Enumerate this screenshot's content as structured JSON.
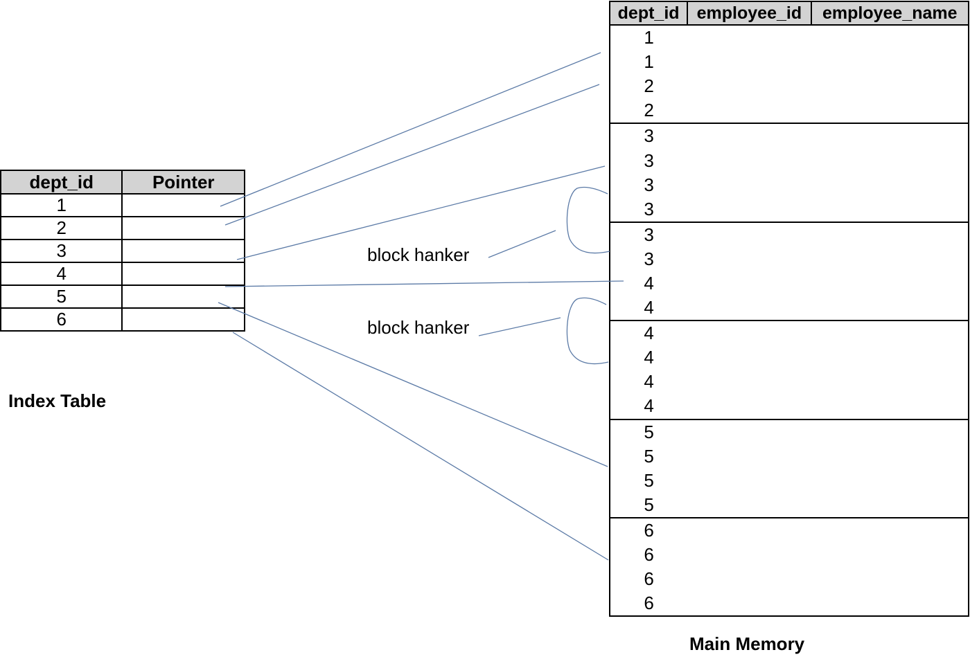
{
  "index_table": {
    "caption": "Index Table",
    "headers": [
      "dept_id",
      "Pointer"
    ],
    "rows": [
      {
        "dept_id": "1",
        "pointer": ""
      },
      {
        "dept_id": "2",
        "pointer": ""
      },
      {
        "dept_id": "3",
        "pointer": ""
      },
      {
        "dept_id": "4",
        "pointer": ""
      },
      {
        "dept_id": "5",
        "pointer": ""
      },
      {
        "dept_id": "6",
        "pointer": ""
      }
    ]
  },
  "main_memory": {
    "caption": "Main Memory",
    "headers": [
      "dept_id",
      "employee_id",
      "employee_name"
    ],
    "blocks": [
      [
        "1",
        "1",
        "2",
        "2"
      ],
      [
        "3",
        "3",
        "3",
        "3"
      ],
      [
        "3",
        "3",
        "4",
        "4"
      ],
      [
        "4",
        "4",
        "4",
        "4"
      ],
      [
        "5",
        "5",
        "5",
        "5"
      ],
      [
        "6",
        "6",
        "6",
        "6"
      ]
    ]
  },
  "annotations": {
    "block_hanker_1": "block hanker",
    "block_hanker_2": "block hanker"
  },
  "colors": {
    "connector": "#5b7aa6",
    "header_bg": "#d3d3d3"
  }
}
